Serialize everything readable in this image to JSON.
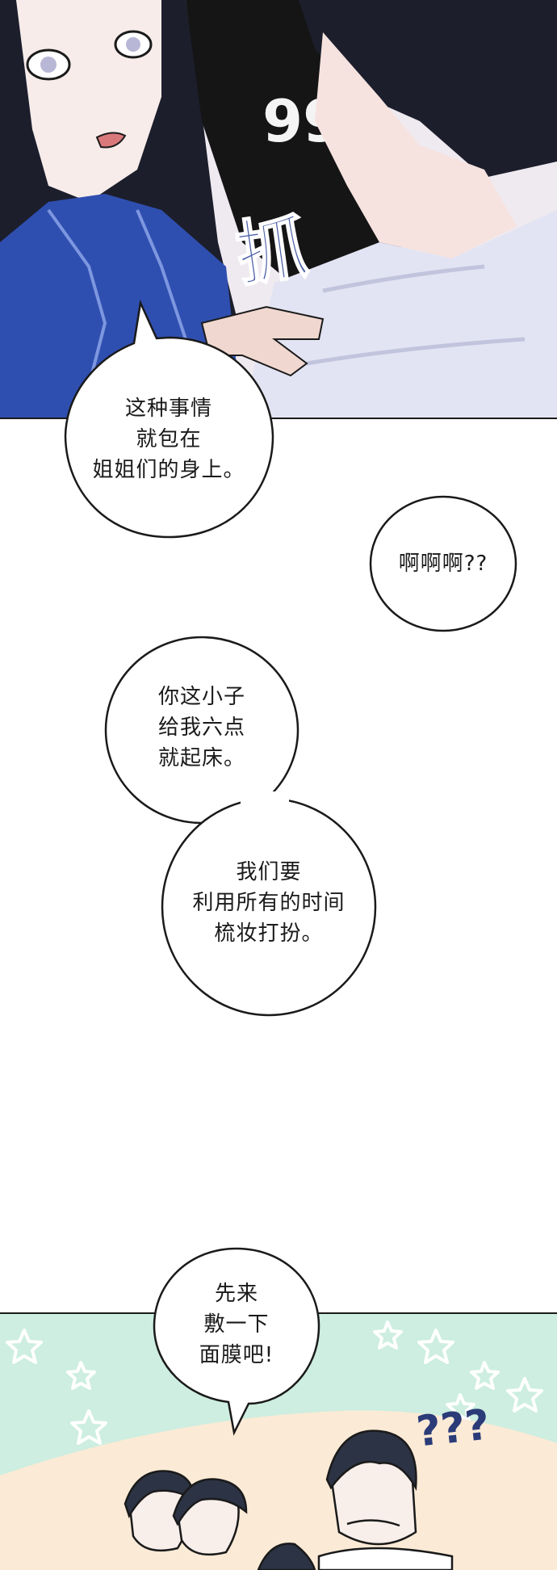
{
  "panels": {
    "top": {
      "jersey_number": "99",
      "sfx": "抓"
    },
    "bottom": {
      "sfx": "???"
    }
  },
  "bubbles": [
    {
      "lines": [
        "这种事情",
        "就包在",
        "姐姐们的身上。"
      ]
    },
    {
      "lines": [
        "啊啊啊??"
      ]
    },
    {
      "lines": [
        "你这小子",
        "给我六点",
        "就起床。"
      ]
    },
    {
      "lines": [
        "我们要",
        "利用所有的时间",
        "梳妆打扮。"
      ]
    },
    {
      "lines": [
        "先来",
        "敷一下",
        "面膜吧!"
      ]
    }
  ],
  "colors": {
    "ink": "#1a1a1a",
    "shirt_blue": "#2f4fb0",
    "hair_black": "#1c1e2c",
    "skin": "#f5e6e3",
    "mint_bg": "#cdeee0",
    "cream_bg": "#fbead6",
    "sfx_blue": "#4b5fa8"
  }
}
